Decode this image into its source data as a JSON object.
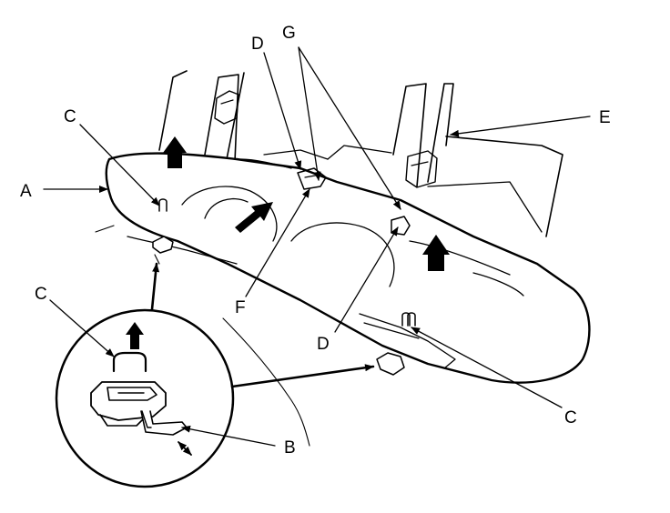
{
  "callouts": {
    "A": "A",
    "B": "B",
    "C_top": "C",
    "C_inset": "C",
    "C_bottom": "C",
    "D_top": "D",
    "D_bottom": "D",
    "E": "E",
    "F": "F",
    "G": "G"
  },
  "colors": {
    "ink": "#000000",
    "paper": "#ffffff"
  }
}
